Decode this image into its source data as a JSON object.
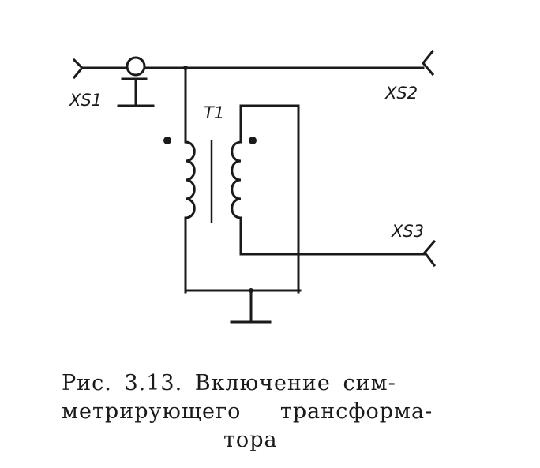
{
  "labels": {
    "xs1": "XS1",
    "xs2": "XS2",
    "xs3": "XS3",
    "t1": "T1"
  },
  "caption": {
    "line1": "Рис. 3.13. Включение сим-",
    "line2": "метрирующего трансформа-",
    "line3": "тора"
  },
  "colors": {
    "ink": "#1a1a1a",
    "background": "#ffffff"
  }
}
